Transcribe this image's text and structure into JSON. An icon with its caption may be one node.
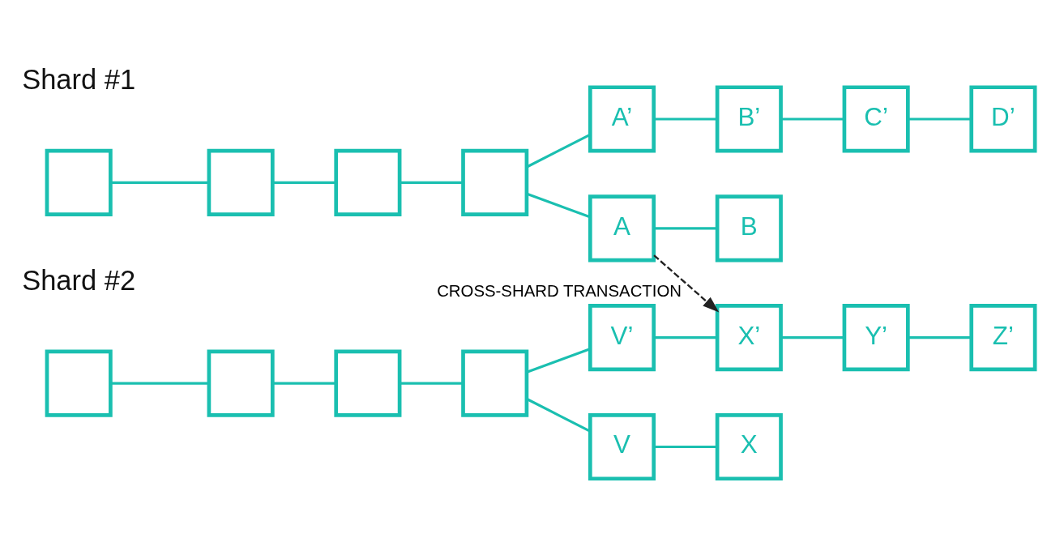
{
  "diagram": {
    "nodes": [
      {
        "text": [],
        "shape": "box"
      },
      {
        "text": [],
        "shape": "box"
      },
      {
        "text": [],
        "shape": "box"
      },
      {
        "text": [],
        "shape": "box"
      },
      {
        "text": [
          "A’"
        ]
      },
      {
        "text": [
          "B’"
        ]
      },
      {
        "text": [
          "C’"
        ]
      },
      {
        "text": [
          "D’"
        ]
      },
      {
        "text": [
          "A"
        ]
      },
      {
        "text": [
          "B"
        ]
      },
      {
        "text": [],
        "shape": "box"
      },
      {
        "text": [],
        "shape": "box"
      },
      {
        "text": [],
        "shape": "box"
      },
      {
        "text": [],
        "shape": "box"
      },
      {
        "text": [
          "V’"
        ]
      },
      {
        "text": [
          "X’"
        ]
      },
      {
        "text": [
          "Y’"
        ]
      },
      {
        "text": [
          "Z’"
        ]
      },
      {
        "text": [
          "V"
        ]
      },
      {
        "text": [
          "X"
        ]
      }
    ],
    "edges": [
      {
        "from": 0,
        "to": 1,
        "arrow": "none"
      },
      {
        "from": 1,
        "to": 2,
        "arrow": "none"
      },
      {
        "from": 2,
        "to": 3,
        "arrow": "none"
      },
      {
        "from": 3,
        "to": 4,
        "arrow": "none"
      },
      {
        "from": 4,
        "to": 5,
        "arrow": "none"
      },
      {
        "from": 5,
        "to": 6,
        "arrow": "none"
      },
      {
        "from": 6,
        "to": 7,
        "arrow": "none"
      },
      {
        "from": 3,
        "to": 8,
        "arrow": "none"
      },
      {
        "from": 8,
        "to": 9,
        "arrow": "none"
      },
      {
        "from": 10,
        "to": 11,
        "arrow": "none"
      },
      {
        "from": 11,
        "to": 12,
        "arrow": "none"
      },
      {
        "from": 12,
        "to": 13,
        "arrow": "none"
      },
      {
        "from": 13,
        "to": 14,
        "arrow": "none"
      },
      {
        "from": 14,
        "to": 15,
        "arrow": "none"
      },
      {
        "from": 15,
        "to": 16,
        "arrow": "none"
      },
      {
        "from": 16,
        "to": 17,
        "arrow": "none"
      },
      {
        "from": 13,
        "to": 18,
        "arrow": "none"
      },
      {
        "from": 18,
        "to": 19,
        "arrow": "none"
      },
      {
        "from": 8,
        "to": 15,
        "arrow": "to",
        "label": "CROSS-SHARD TRANSACTION",
        "style": "dashed",
        "color": "#222222"
      }
    ],
    "labels": [
      "Shard #1",
      "Shard #2"
    ]
  }
}
